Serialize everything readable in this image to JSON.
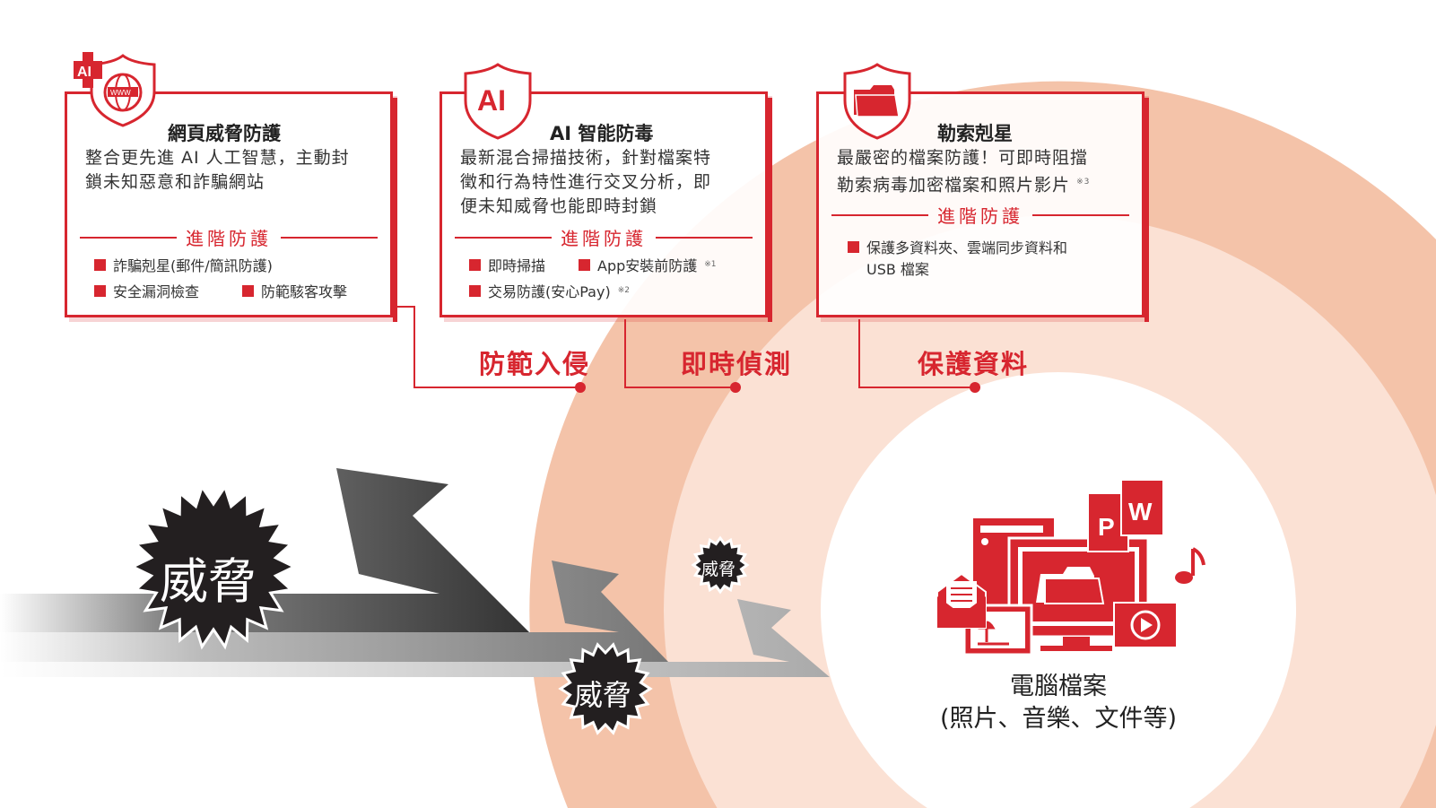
{
  "cards": [
    {
      "title": "網頁威脅防護",
      "desc": [
        "整合更先進 AI 人工智慧，主動封",
        "鎖未知惡意和詐騙網站"
      ],
      "adv_label": "進階防護",
      "features": [
        "詐騙剋星(郵件/簡訊防護)",
        "安全漏洞檢查",
        "防範駭客攻擊"
      ],
      "badge": "AI",
      "icon": "globe-shield-icon"
    },
    {
      "title": "AI 智能防毒",
      "desc": [
        "最新混合掃描技術，針對檔案特",
        "徵和行為特性進行交叉分析，即",
        "便未知威脅也能即時封鎖"
      ],
      "adv_label": "進階防護",
      "features": [
        "即時掃描",
        "App安裝前防護",
        "交易防護(安心Pay)"
      ],
      "notes": [
        "※1",
        "※2"
      ],
      "badge": "AI",
      "icon": "ai-shield-icon"
    },
    {
      "title": "勒索剋星",
      "desc": [
        "最嚴密的檔案防護！可即時阻擋",
        "勒索病毒加密檔案和照片影片"
      ],
      "desc_note": "※3",
      "adv_label": "進階防護",
      "features": [
        "保護多資料夾、雲端同步資料和",
        "USB 檔案"
      ],
      "icon": "folder-shield-icon"
    }
  ],
  "stages": [
    "防範入侵",
    "即時偵測",
    "保護資料"
  ],
  "threats": [
    "威脅",
    "威脅",
    "威脅"
  ],
  "files": {
    "line1": "電腦檔案",
    "line2": "(照片、音樂、文件等)",
    "p": "P",
    "w": "W"
  },
  "colors": {
    "accent": "#d7262f",
    "ring_outer": "#f4c3a9",
    "ring_inner": "#fbe1d4"
  }
}
